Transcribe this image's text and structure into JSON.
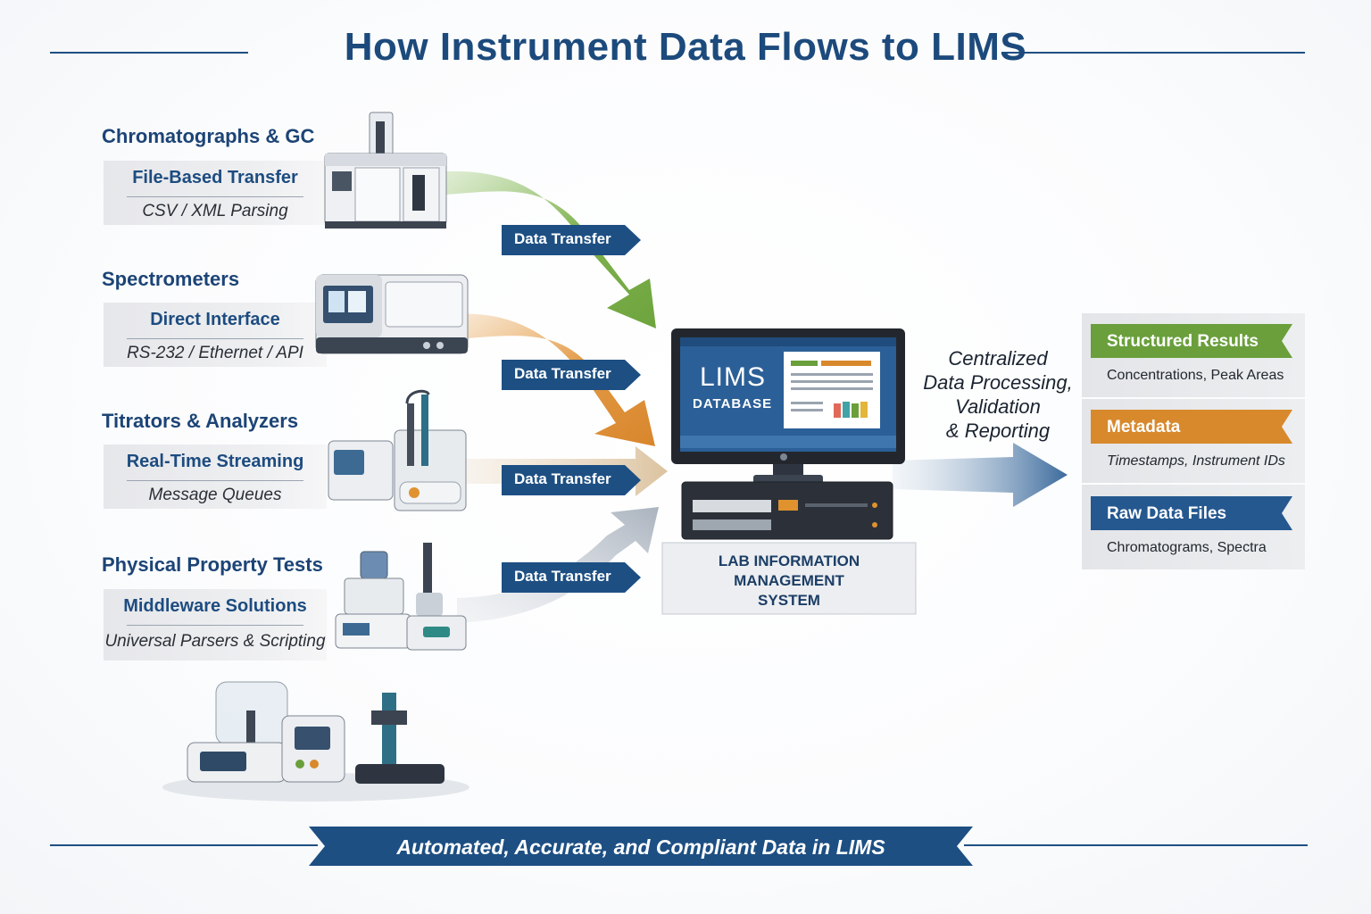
{
  "title": "How Instrument Data Flows to LIMS",
  "sources": [
    {
      "heading": "Chromatographs & GC",
      "method": "File-Based Transfer",
      "detail": "CSV / XML Parsing"
    },
    {
      "heading": "Spectrometers",
      "method": "Direct Interface",
      "detail": "RS-232 / Ethernet / API"
    },
    {
      "heading": "Titrators & Analyzers",
      "method": "Real-Time Streaming",
      "detail": "Message Queues"
    },
    {
      "heading": "Physical Property Tests",
      "method": "Middleware Solutions",
      "detail": "Universal Parsers & Scripting"
    }
  ],
  "transfer_label": "Data Transfer",
  "lims": {
    "screen_title": "LIMS",
    "screen_subtitle": "DATABASE",
    "system_label_lines": [
      "LAB INFORMATION",
      "MANAGEMENT",
      "SYSTEM"
    ]
  },
  "caption_lines": [
    "Centralized",
    "Data Processing,",
    "Validation",
    "& Reporting"
  ],
  "outputs": [
    {
      "label": "Structured Results",
      "detail": "Concentrations, Peak Areas",
      "color": "#6a9f3c"
    },
    {
      "label": "Metadata",
      "detail": "Timestamps, Instrument IDs",
      "color": "#d8892c"
    },
    {
      "label": "Raw Data Files",
      "detail": "Chromatograms, Spectra",
      "color": "#25588f"
    }
  ],
  "footer": "Automated, Accurate, and Compliant Data in LIMS",
  "colors": {
    "navy": "#1c4a7c",
    "green_arrow": "#76aa45",
    "orange_arrow": "#e0923a",
    "tan_arrow": "#e2cfb3",
    "gray_arrow": "#b9c2cc",
    "blue_arrow": "#3e6d9e"
  },
  "icons": [
    "gas-chromatograph-icon",
    "spectrometer-icon",
    "titrator-icon",
    "physical-tester-icon",
    "lab-balance-group-icon",
    "monitor-icon",
    "server-rack-icon"
  ]
}
